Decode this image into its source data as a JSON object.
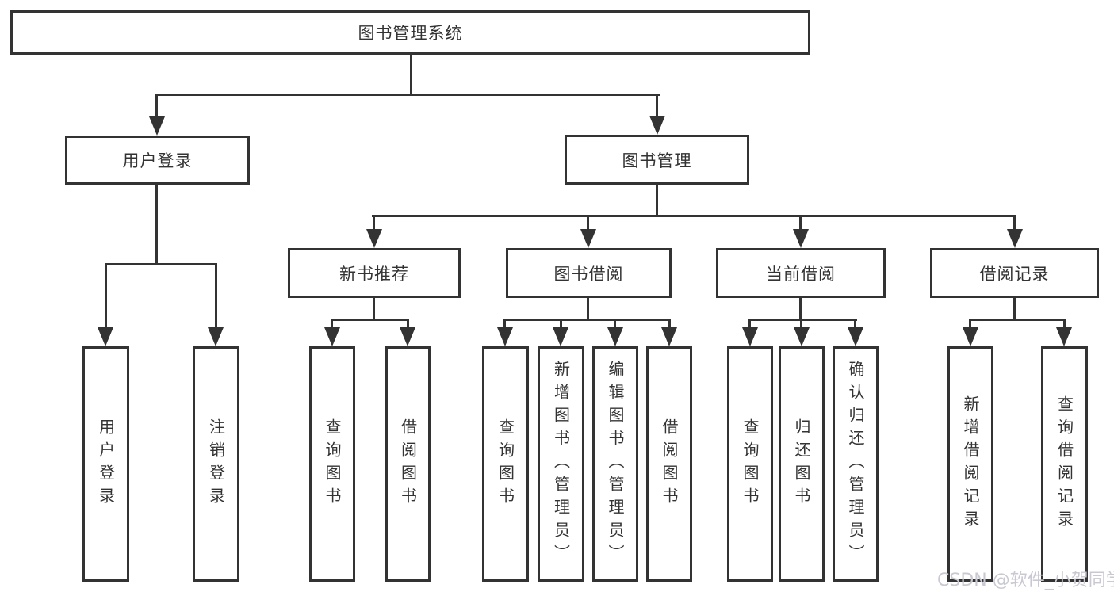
{
  "tree": {
    "label": "图书管理系统",
    "children": [
      {
        "label": "用户登录",
        "children": [
          {
            "label": "用户登录"
          },
          {
            "label": "注销登录"
          }
        ]
      },
      {
        "label": "图书管理",
        "children": [
          {
            "label": "新书推荐",
            "children": [
              {
                "label": "查询图书"
              },
              {
                "label": "借阅图书"
              }
            ]
          },
          {
            "label": "图书借阅",
            "children": [
              {
                "label": "查询图书"
              },
              {
                "label": "新增图书（管理员）"
              },
              {
                "label": "编辑图书（管理员）"
              },
              {
                "label": "借阅图书"
              }
            ]
          },
          {
            "label": "当前借阅",
            "children": [
              {
                "label": "查询图书"
              },
              {
                "label": "归还图书"
              },
              {
                "label": "确认归还（管理员）"
              }
            ]
          },
          {
            "label": "借阅记录",
            "children": [
              {
                "label": "新增借阅记录"
              },
              {
                "label": "查询借阅记录"
              }
            ]
          }
        ]
      }
    ]
  },
  "watermark": {
    "text": "CSDN @软件_小贺同学"
  },
  "colors": {
    "line": "#333333",
    "text": "#333333",
    "box_fill": "#ffffff",
    "background": "#ffffff",
    "watermark": "#c9c9d3"
  }
}
